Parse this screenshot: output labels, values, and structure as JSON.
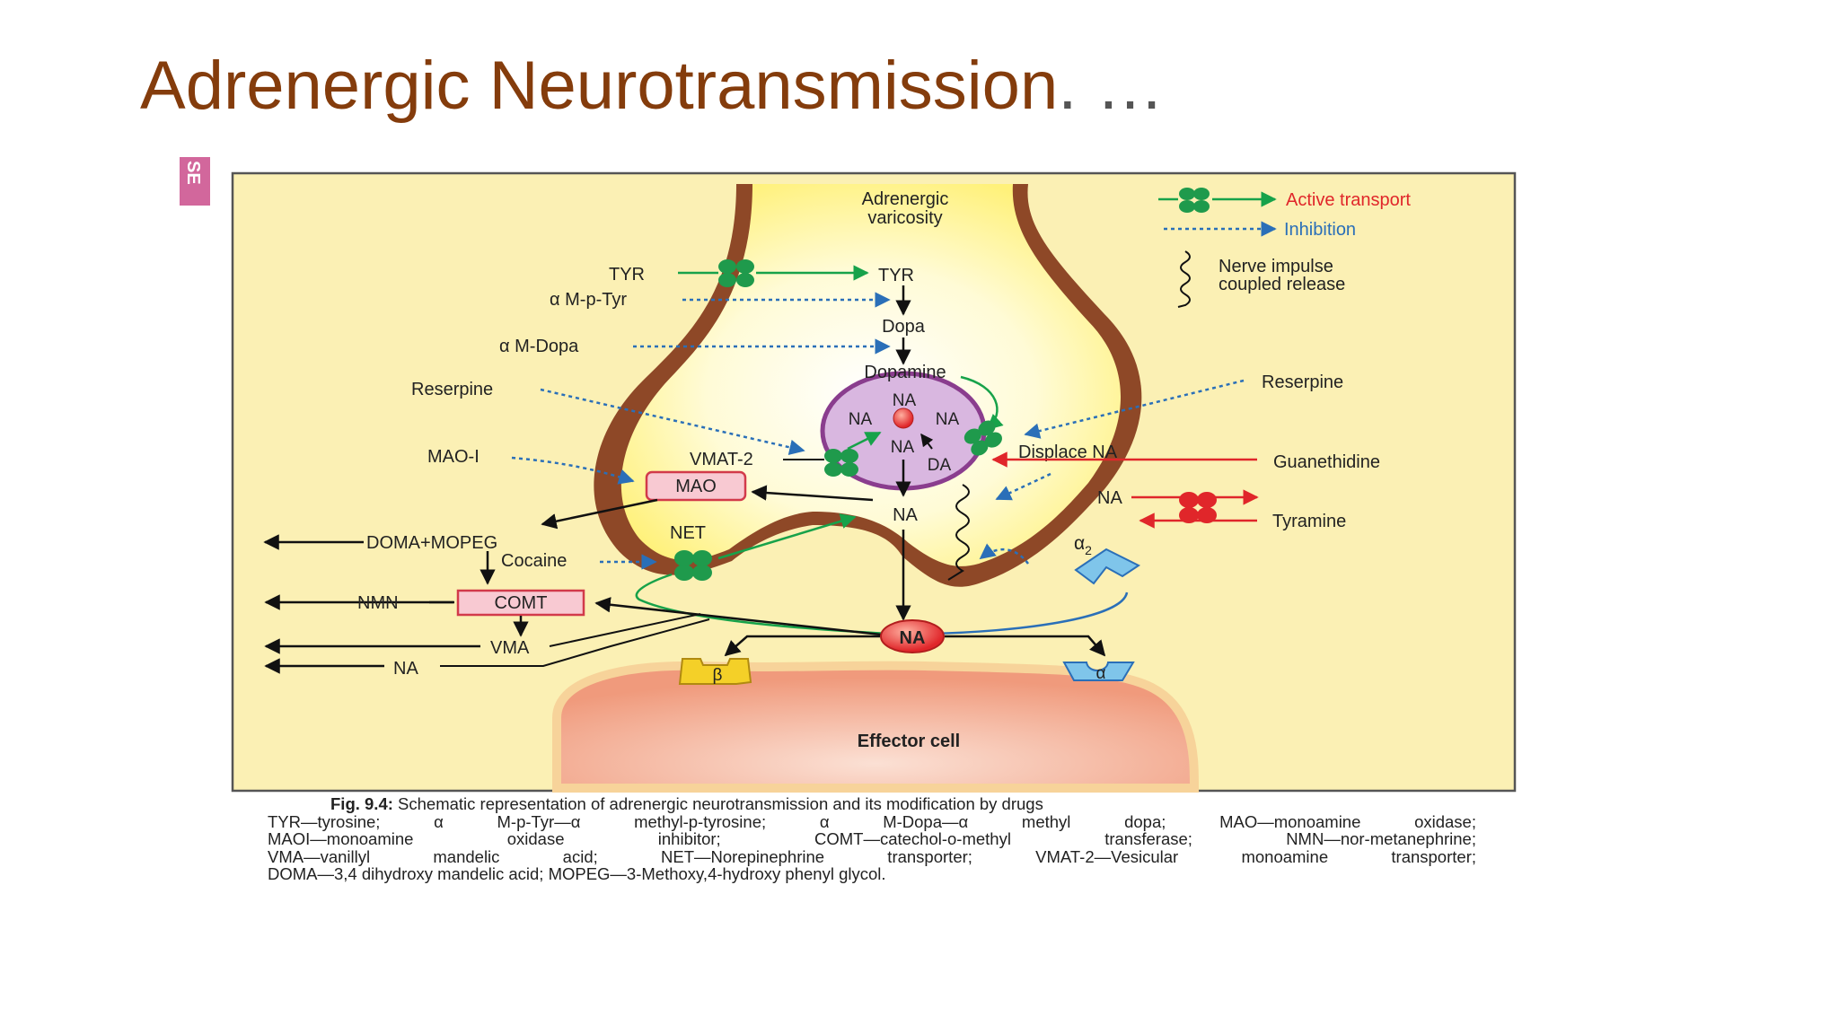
{
  "slide": {
    "title": "Adrenergic Neurotransmission",
    "title_suffix": ". …",
    "tab_text": "SE"
  },
  "colors": {
    "title": "#843c0c",
    "panel_bg": "#fbf0b4",
    "varicosity": "#fffbd6",
    "membrane": "#7a2a0e",
    "vesicle": "#d9b7e0",
    "effector": "#f2a082",
    "transporter": "#1f9a4c",
    "active_arrow": "#17a24a",
    "inhibition_arrow": "#2a6fb8",
    "displacement": "#e0262a",
    "enzyme_box": "#f8c9d2"
  },
  "legend": {
    "active_transport": "Active transport",
    "inhibition": "Inhibition",
    "impulse_line1": "Nerve impulse",
    "impulse_line2": "coupled release"
  },
  "diagram": {
    "varicosity_line1": "Adrenergic",
    "varicosity_line2": "varicosity",
    "tyr_out": "TYR",
    "tyr_in": "TYR",
    "a_m_p_tyr": "α M-p-Tyr",
    "dopa": "Dopa",
    "a_m_dopa": "α M-Dopa",
    "dopamine": "Dopamine",
    "reserpine_left": "Reserpine",
    "reserpine_right": "Reserpine",
    "vesicle_na_top": "NA",
    "vesicle_na_left": "NA",
    "vesicle_na_right": "NA",
    "vesicle_na_mid": "NA",
    "vesicle_da": "DA",
    "mao_i": "MAO-I",
    "vmat2": "VMAT-2",
    "mao": "MAO",
    "displace_na": "Displace NA",
    "guanethidine": "Guanethidine",
    "na_cytoplasm": "NA",
    "na_right": "NA",
    "tyramine": "Tyramine",
    "doma_mopeg": "DOMA+MOPEG",
    "net": "NET",
    "cocaine": "Cocaine",
    "alpha2": "α",
    "alpha2_sub": "2",
    "nmn": "NMN",
    "comt": "COMT",
    "vma": "VMA",
    "na_released": "NA",
    "na_out": "NA",
    "beta": "β",
    "alpha": "α",
    "effector_cell": "Effector cell"
  },
  "caption": {
    "fig_label": "Fig. 9.4:",
    "fig_title": "Schematic representation of adrenergic neurotransmission and its modification by drugs",
    "line1": "TYR—tyrosine; α M-p-Tyr—α methyl-p-tyrosine; α M-Dopa—α methyl dopa; MAO—monoamine oxidase;",
    "line2": "MAOI—monoamine oxidase inhibitor; COMT—catechol-o-methyl transferase; NMN—nor-metanephrine;",
    "line3": "VMA—vanillyl mandelic acid; NET—Norepinephrine transporter; VMAT-2—Vesicular monoamine transporter;",
    "line4": "DOMA—3,4 dihydroxy mandelic acid; MOPEG—3-Methoxy,4-hydroxy phenyl glycol."
  }
}
